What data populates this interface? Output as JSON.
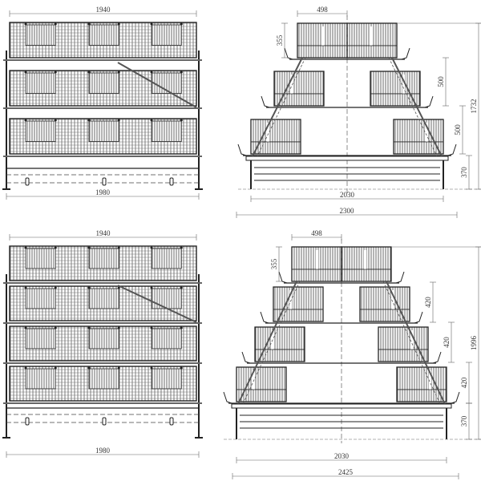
{
  "drawings": [
    {
      "view": "front-3-tier",
      "dimensions": {
        "top_width": "1940",
        "bottom_width": "1980"
      }
    },
    {
      "view": "side-3-tier",
      "dimensions": {
        "cage_depth": "498",
        "cage_height": "355",
        "tier_spacing_1": "500",
        "tier_spacing_2": "500",
        "leg_height": "370",
        "total_height": "1732",
        "base_width": "2030",
        "total_width": "2300"
      }
    },
    {
      "view": "front-4-tier",
      "dimensions": {
        "top_width": "1940",
        "bottom_width": "1980"
      }
    },
    {
      "view": "side-4-tier",
      "dimensions": {
        "cage_depth": "498",
        "cage_height": "355",
        "tier_spacing_1": "420",
        "tier_spacing_2": "420",
        "tier_spacing_3": "420",
        "leg_height": "370",
        "total_height": "1996",
        "base_width": "2030",
        "total_width": "2425"
      }
    }
  ],
  "colors": {
    "line": "#222222",
    "mesh": "#555555",
    "dimension": "#666666"
  }
}
